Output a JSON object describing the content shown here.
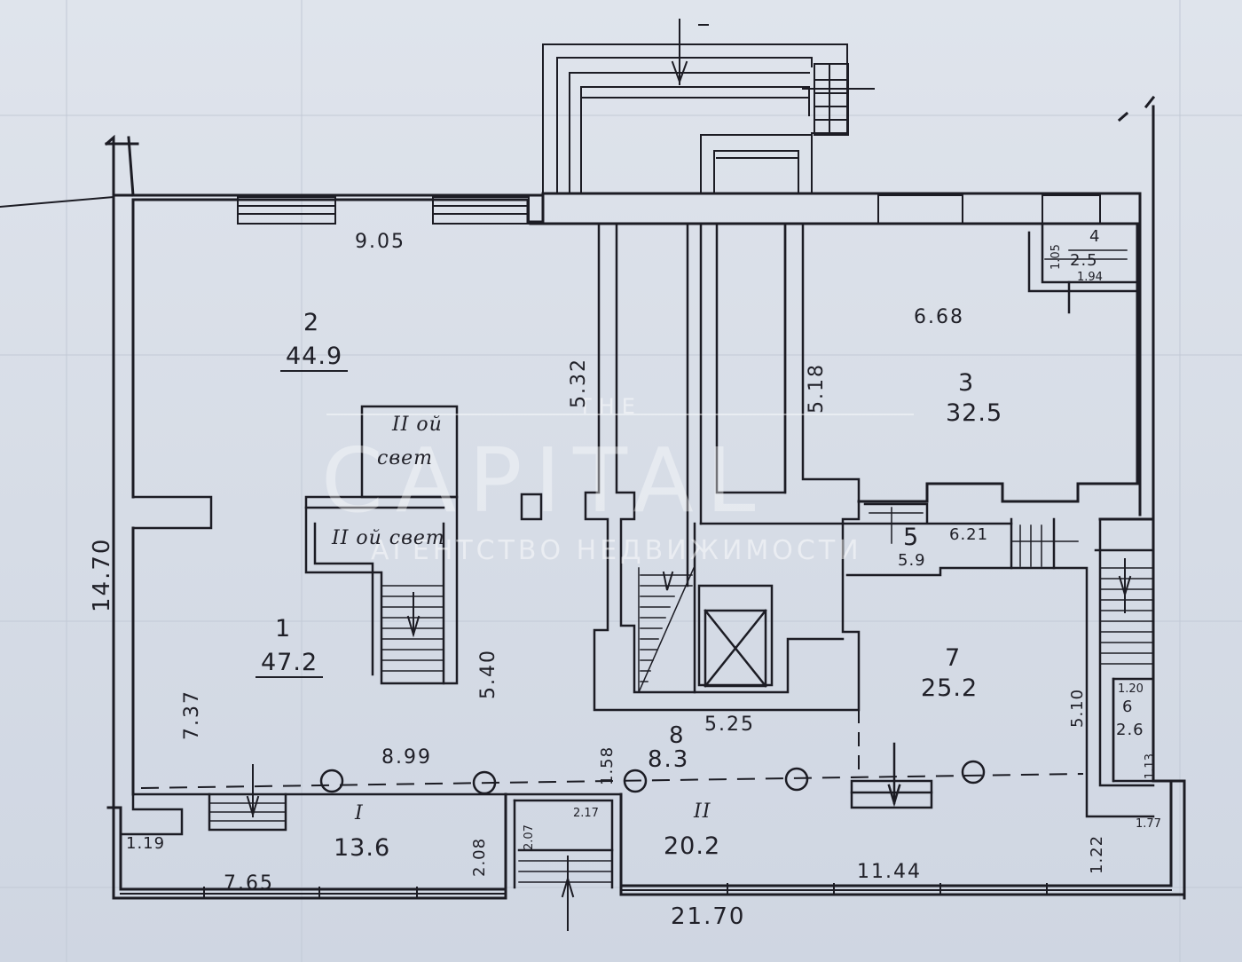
{
  "rooms": [
    {
      "number": "1",
      "area": "47.2"
    },
    {
      "number": "2",
      "area": "44.9"
    },
    {
      "number": "3",
      "area": "32.5"
    },
    {
      "number": "4",
      "area": "2.5"
    },
    {
      "number": "5",
      "area": "5.9"
    },
    {
      "number": "6",
      "area": "2.6"
    },
    {
      "number": "7",
      "area": "25.2"
    },
    {
      "number": "8",
      "area": "8.3"
    },
    {
      "number": "I",
      "area": "13.6"
    },
    {
      "number": "II",
      "area": "20.2"
    }
  ],
  "dimensions": {
    "overall_width": "21.70",
    "overall_height": "14.70",
    "d905": "9.05",
    "d668": "6.68",
    "d532": "5.32",
    "d518": "5.18",
    "d540": "5.40",
    "d237": "7.37",
    "d899": "8.99",
    "d525": "5.25",
    "d158": "1.58",
    "d621": "6.21",
    "d510": "5.10",
    "d120": "1.20",
    "d105": "1.05",
    "d194": "1.94",
    "d765": "7.65",
    "d1144": "11.44",
    "d119": "1.19",
    "d208": "2.08",
    "d207": "2.07",
    "d217": "2.17",
    "d122": "1.22",
    "d177": "1.77",
    "d113": "1.13"
  },
  "notes": {
    "second_light_1_line1": "II ой",
    "second_light_1_line2": "свет",
    "second_light_2": "II ой свет"
  },
  "watermark": {
    "brand_small": "THE",
    "brand": "CAPITAL",
    "subtitle": "АГЕНТСТВО НЕДВИЖИМОСТИ"
  },
  "colors": {
    "paper": "#d7dde6",
    "ink": "#1c1c24",
    "watermark": "#ffffff"
  }
}
